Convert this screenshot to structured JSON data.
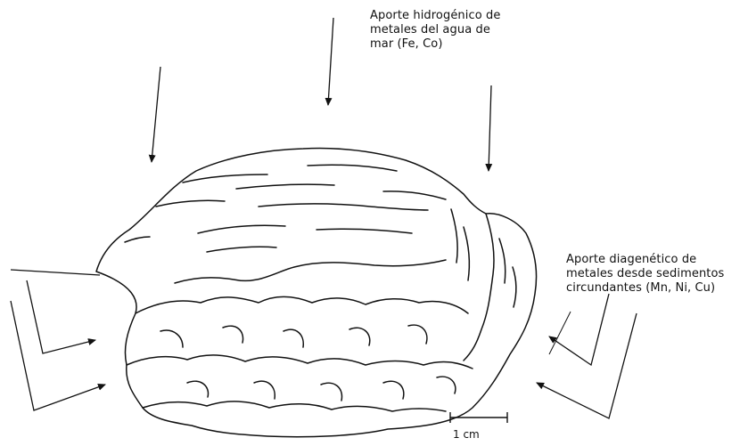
{
  "labels": {
    "hydrogenetic": [
      "Aporte hidrogénico de",
      "metales del agua de",
      "mar (Fe, Co)"
    ],
    "diagenetic": [
      "Aporte diagenético de",
      "metales desde sedimentos",
      "circundantes (Mn, Ni, Cu)"
    ],
    "scale": "1 cm"
  },
  "colors": {
    "ink": "#111111",
    "background": "#ffffff"
  }
}
